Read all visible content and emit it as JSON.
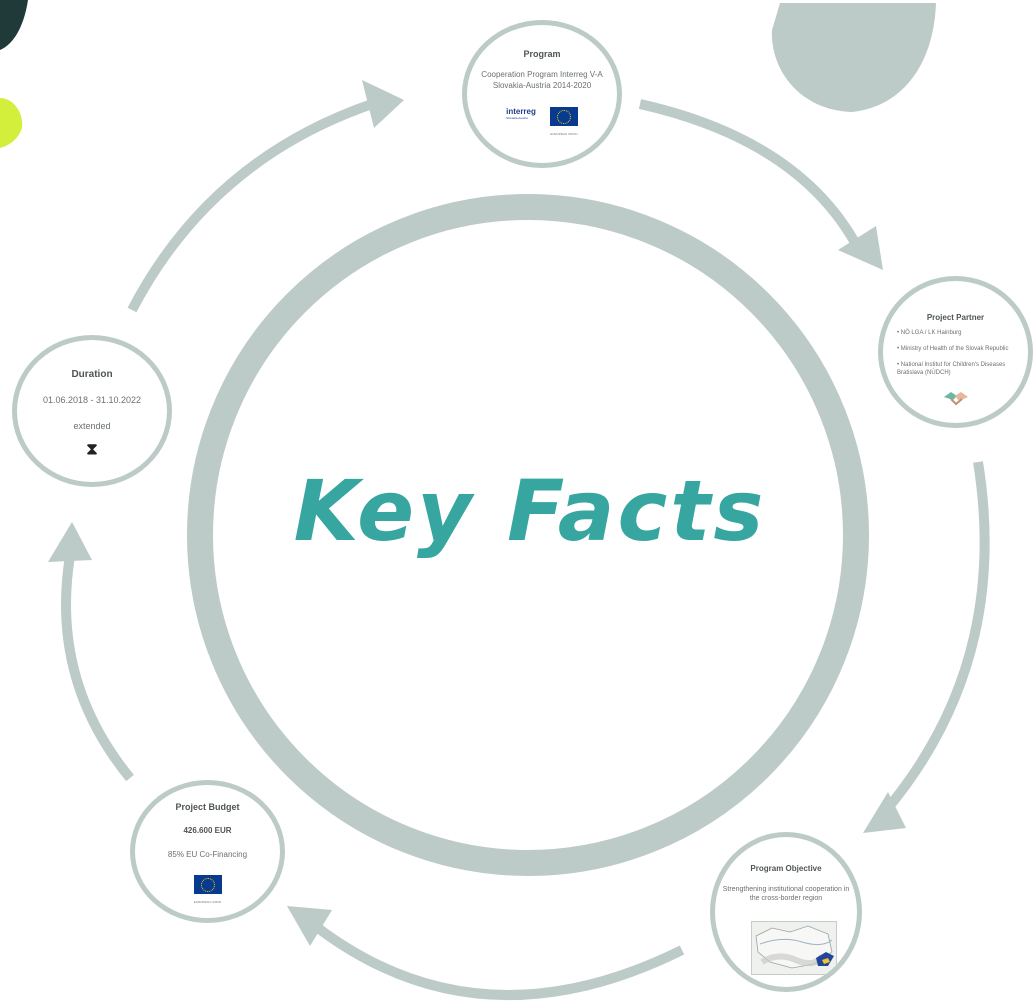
{
  "center": {
    "title": "Key Facts"
  },
  "program": {
    "title": "Program",
    "line1": "Cooperation Program Interreg V-A",
    "line2": "Slovakia-Austria 2014-2020",
    "logo_word": "interreg",
    "logo_region": "Slovakia-Austria",
    "eu_caption": "EUROPEAN UNION"
  },
  "partner": {
    "title": "Project Partner",
    "items": [
      "• NÖ LGA / LK Hainburg",
      "• Ministry of Health of the Slovak Republic",
      "• National Institut for Children's Diseases Bratislava (NÚDCH)"
    ],
    "icon": "handshake-icon"
  },
  "duration": {
    "title": "Duration",
    "dates": "01.06.2018 - 31.10.2022",
    "status": "extended",
    "icon_glyph": "⧗",
    "icon": "hourglass-icon"
  },
  "budget": {
    "title": "Project Budget",
    "amount": "426.600 EUR",
    "cofinancing": "85% EU Co-Financing",
    "eu_caption": "EUROPEAN UNION"
  },
  "objective": {
    "title": "Program Objective",
    "text": "Strengthening institutional cooperation in the cross-border region",
    "image": "region-map"
  },
  "colors": {
    "ring": "#bccac8",
    "accent": "#37a6a0",
    "deco_dark": "#1f3a38",
    "deco_lime": "#d4ee3c",
    "eu_blue": "#083a8f",
    "eu_gold": "#f6d400"
  }
}
